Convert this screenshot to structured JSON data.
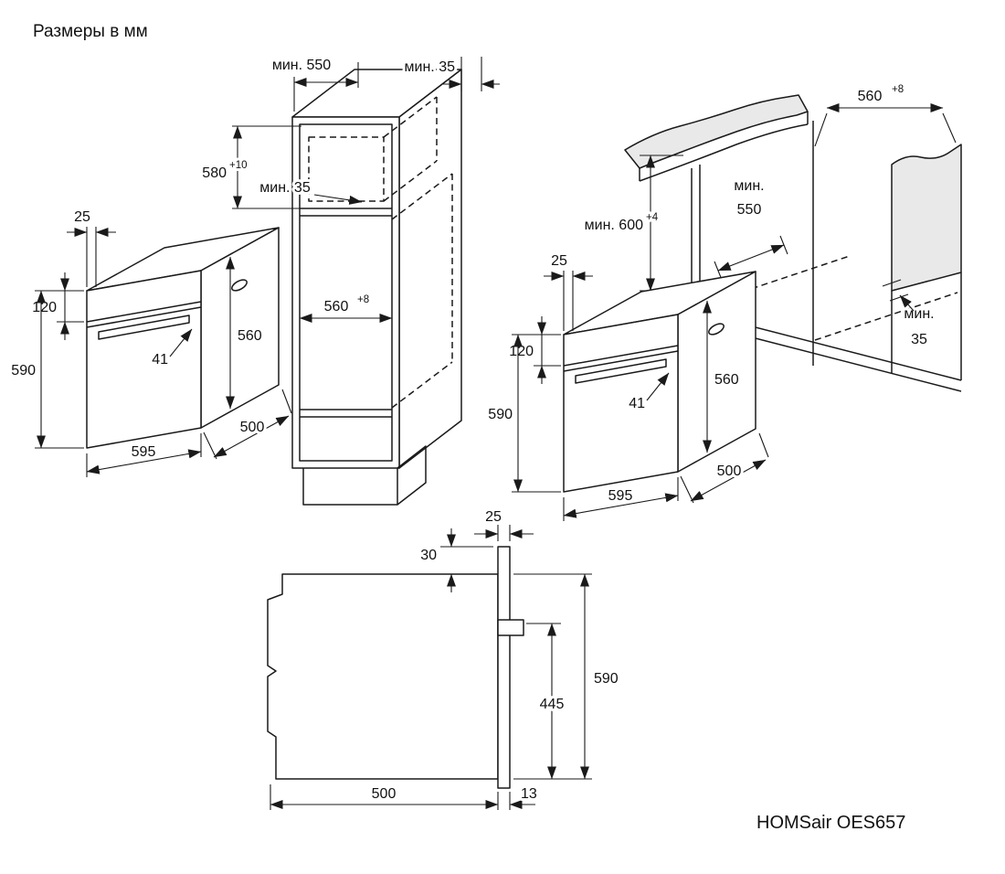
{
  "meta": {
    "units_label": "Размеры в мм",
    "model": "HOMSair OES657"
  },
  "colors": {
    "line": "#1a1a1a",
    "shade": "#e9e9e9"
  },
  "tall_cabinet": {
    "depth_min": "мин. 550",
    "rear_gap_min": "мин. 35",
    "upper_niche_height": "580",
    "upper_niche_height_tol": "+10",
    "shelf_rear_gap_min": "мин. 35",
    "niche_width": "560",
    "niche_width_tol": "+8"
  },
  "left_oven": {
    "front_offset": "25",
    "panel_height": "120",
    "height": "590",
    "handle_depth": "41",
    "body_height": "560",
    "width": "595",
    "depth": "500"
  },
  "right_oven": {
    "front_offset": "25",
    "panel_height": "120",
    "height": "590",
    "handle_depth": "41",
    "body_height": "560",
    "width": "595",
    "depth": "500"
  },
  "base_cabinet": {
    "niche_width": "560",
    "niche_width_tol": "+8",
    "niche_height_min": "мин. 600",
    "niche_height_tol": "+4",
    "depth_min_word": "мин.",
    "depth_min_value": "550",
    "rear_gap_word": "мин.",
    "rear_gap_value": "35"
  },
  "side_view": {
    "front_offset": "25",
    "top_gap": "30",
    "height": "590",
    "bottom_height": "445",
    "depth": "500",
    "door_gap": "13"
  }
}
